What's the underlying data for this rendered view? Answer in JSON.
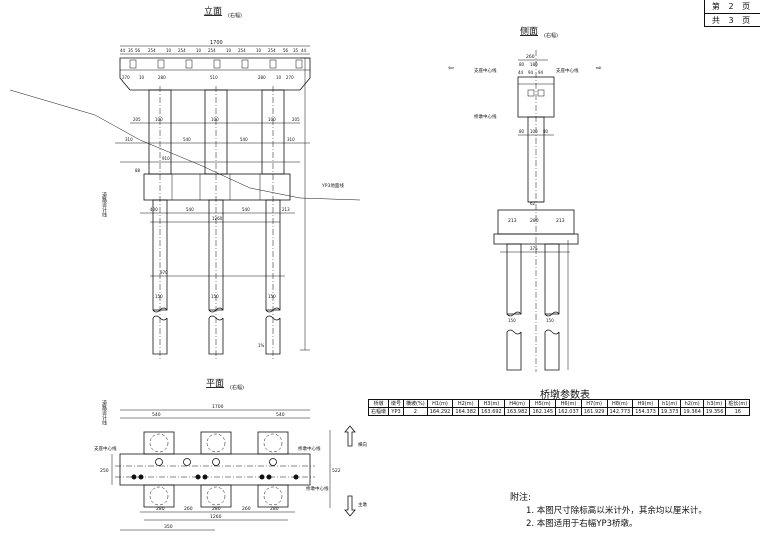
{
  "page_info": {
    "page": "第 2 页",
    "total": "共 3 页"
  },
  "front_view": {
    "title": "立面",
    "subtitle": "(右幅)",
    "dim_total": "1700",
    "top_dims": [
      "44",
      "35",
      "56",
      "254",
      "10",
      "254",
      "10",
      "254",
      "10",
      "254",
      "10",
      "254",
      "56",
      "35",
      "44"
    ],
    "cap_dims": [
      "270",
      "10",
      "280",
      "510",
      "280",
      "10",
      "270"
    ],
    "mid_dims": [
      "205",
      "100",
      "100",
      "100",
      "205"
    ],
    "column_dims": [
      "310",
      "540",
      "540",
      "310"
    ],
    "lower_dims": [
      "910",
      "88"
    ],
    "beam_dims": [
      "400",
      "540",
      "540",
      "213"
    ],
    "beam_total": "1260",
    "pile_dims": [
      "970",
      "150",
      "150",
      "150"
    ],
    "road_line": "道路设计线",
    "ground_line": "YP3地面线",
    "elevation_mark": "1%"
  },
  "side_view": {
    "title": "侧面",
    "subtitle": "(右幅)",
    "top_dim": "260",
    "cap_dims": [
      "80",
      "180"
    ],
    "seat_dims": [
      "44",
      "94",
      "94"
    ],
    "labels": {
      "bearing_center": "支座中心线",
      "pier_center": "桥墩中心线"
    },
    "col_dims": [
      "80",
      "100",
      "80"
    ],
    "col_width": "62",
    "beam_dims": [
      "213",
      "280",
      "213"
    ],
    "beam_width": "375",
    "pile_dims": [
      "150",
      "150"
    ],
    "left_arrow": "⇦",
    "right_arrow": "⇨"
  },
  "plan_view": {
    "title": "平面",
    "subtitle": "(右幅)",
    "dim_total": "1700",
    "top_dims": [
      "540",
      "540"
    ],
    "labels": {
      "bearing_center": "支座中心线",
      "pier_center": "桥墩中心线",
      "road_line": "道路设计线",
      "pier_center2": "桥墩中心线"
    },
    "bottom_dims": [
      "280",
      "260",
      "280",
      "260",
      "280"
    ],
    "bottom_total": "1260",
    "total_bottom": "350",
    "side_dims": [
      "250",
      "522"
    ],
    "arrow_up": "横向",
    "arrow_down": "主墩"
  },
  "param_table": {
    "title": "桥墩参数表",
    "headers": [
      "桥墩",
      "墩号",
      "横坡(%)",
      "H1(m)",
      "H2(m)",
      "H3(m)",
      "H4(m)",
      "H5(m)",
      "H6(m)",
      "H7(m)",
      "H8(m)",
      "H9(m)",
      "h1(m)",
      "h2(m)",
      "h3(m)",
      "桩长(m)"
    ],
    "row": [
      "右幅墩",
      "YP3",
      "2",
      "164.292",
      "164.382",
      "163.692",
      "163.982",
      "162.145",
      "162.037",
      "161.929",
      "142.773",
      "154.373",
      "19.373",
      "19.364",
      "19.356",
      "16"
    ]
  },
  "notes": {
    "heading": "附注:",
    "items": [
      "1. 本图尺寸除标高以米计外，其余均以厘米计。",
      "2. 本图适用于右幅YP3桥墩。"
    ]
  }
}
